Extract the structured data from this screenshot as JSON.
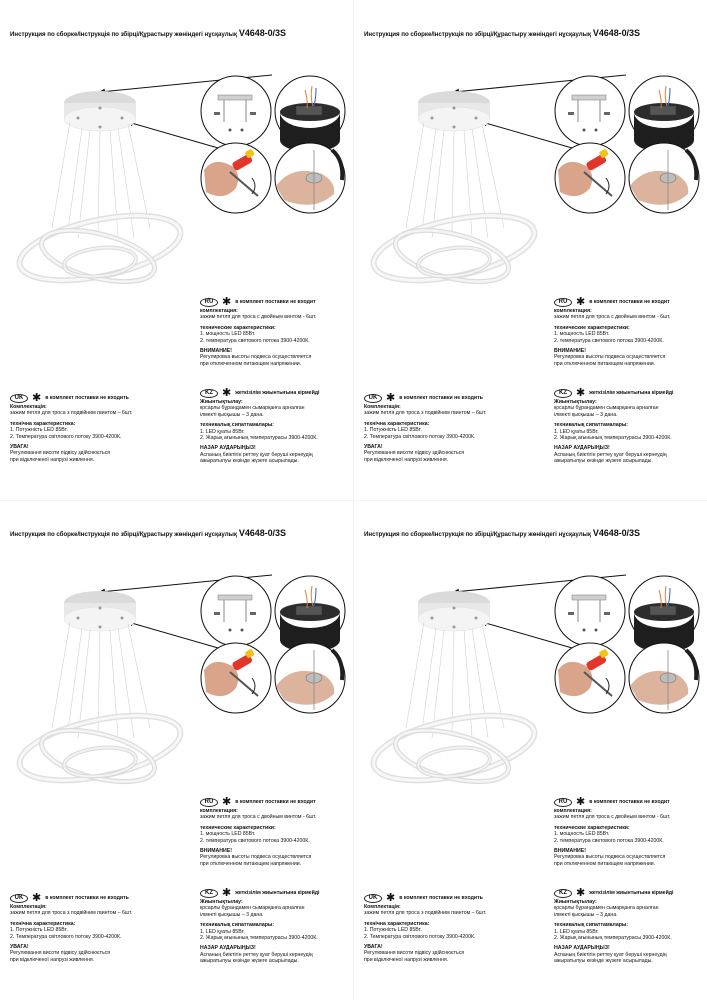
{
  "title": {
    "prefix": "Инструкция по сборке/Інструкція по збірці/Құрастыру жөніндегі нұсқаулық",
    "model": "V4648-0/3S"
  },
  "ru": {
    "badge": "RU",
    "header": "в комплект поставки не входит",
    "lines": [
      {
        "t": "комплектация:",
        "b": true
      },
      {
        "t": "зажим петля для троса с двойным винтом - 6шт.",
        "b": false
      },
      {
        "gap": true
      },
      {
        "t": "технические характеристики:",
        "b": true
      },
      {
        "t": "1. мощность LED 85Вт.",
        "b": false
      },
      {
        "t": "2. температура светового потока 3900-4200К.",
        "b": false
      },
      {
        "gap": true
      },
      {
        "t": "ВНИМАНИЕ!",
        "b": true
      },
      {
        "t": "Регулировка высоты подвеса осуществляется",
        "b": false
      },
      {
        "t": "при отключенном питающем напряжении.",
        "b": false
      }
    ]
  },
  "kz": {
    "badge": "KZ",
    "header": "жеткізілім жиынтығына кірмейді",
    "lines": [
      {
        "t": "Жиынтықтылау:",
        "b": true
      },
      {
        "t": "қосарлы бұрандамен сымарқанға арналған",
        "b": false
      },
      {
        "t": "ілмекті қысқышы – 3 дана.",
        "b": false
      },
      {
        "gap": true
      },
      {
        "t": "техникалық сипаттамалары:",
        "b": true
      },
      {
        "t": "1. LED қуаты 85Вт.",
        "b": false
      },
      {
        "t": "2. Жарық ағынының температурасы 3900-4200К.",
        "b": false
      },
      {
        "gap": true
      },
      {
        "t": "НАЗАР АУДАРЫҢЫЗ!",
        "b": true
      },
      {
        "t": "Аспаның биіктігін реттеу қуат беруші кернеудің",
        "b": false
      },
      {
        "t": "ажыратылуы кезінде жүзеге асырылады.",
        "b": false
      }
    ]
  },
  "uk": {
    "badge": "UK",
    "header": "в комплект поставки не входить",
    "lines": [
      {
        "t": "Комплектація:",
        "b": true
      },
      {
        "t": "зажим петля для троса з подвійним гвинтом – 6шт.",
        "b": false
      },
      {
        "gap": true
      },
      {
        "t": "технічна характеристика:",
        "b": true
      },
      {
        "t": "1. Потужність LED 85Вт.",
        "b": false
      },
      {
        "t": "2. Температура світлового потоку 3900-4200К.",
        "b": false
      },
      {
        "gap": true
      },
      {
        "t": "УВАГА!",
        "b": true
      },
      {
        "t": "Регулювання висоти підвісу здійснюється",
        "b": false
      },
      {
        "t": "при відключеної напрузі живлення.",
        "b": false
      }
    ]
  }
}
